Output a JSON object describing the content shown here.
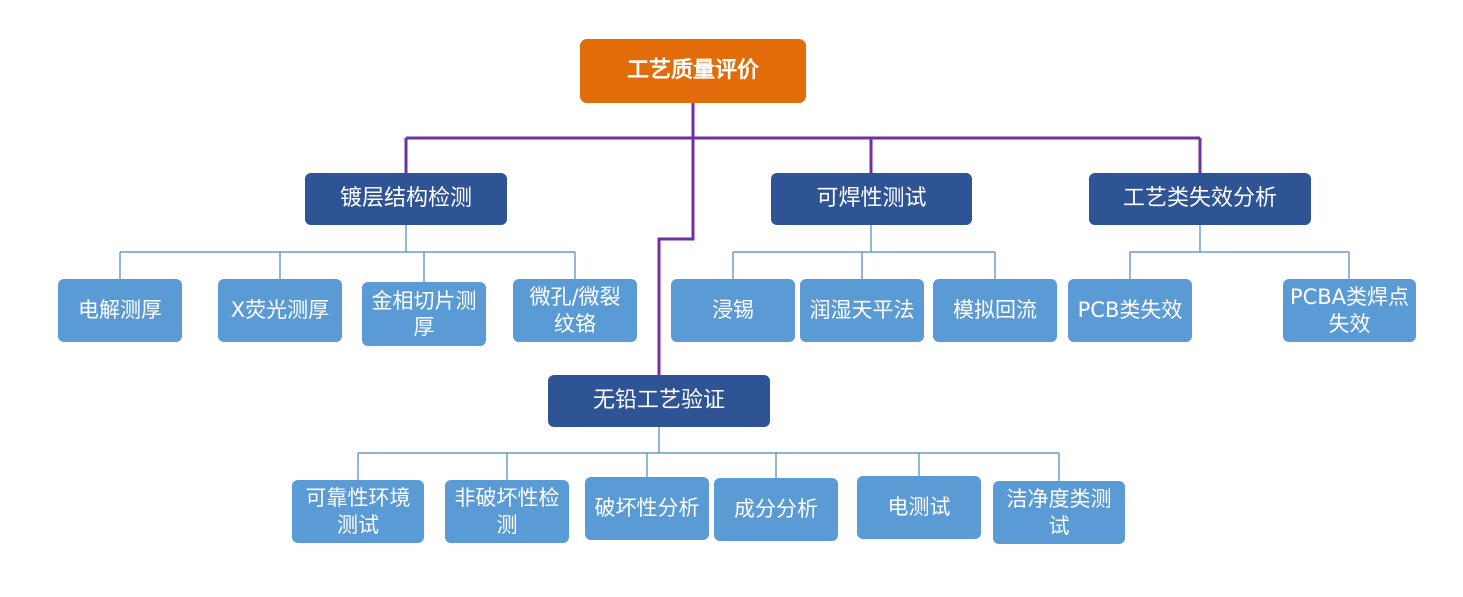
{
  "root": {
    "label": "工艺质量评价"
  },
  "categories": [
    {
      "label": "镀层结构检测",
      "children": [
        "电解测厚",
        "X荧光测厚",
        "金相切片测厚",
        "微孔/微裂纹铬"
      ]
    },
    {
      "label": "可焊性测试",
      "children": [
        "浸锡",
        "润湿天平法",
        "模拟回流"
      ]
    },
    {
      "label": "工艺类失效分析",
      "children": [
        "PCB类失效",
        "PCBA类焊点失效"
      ]
    },
    {
      "label": "无铅工艺验证",
      "children": [
        "可靠性环境测试",
        "非破坏性检测",
        "破坏性分析",
        "成分分析",
        "电测试",
        "洁净度类测试"
      ]
    }
  ],
  "colors": {
    "root": "#e36c0a",
    "category": "#2f5496",
    "leaf": "#5b9bd5",
    "root_connector": "#7030a0",
    "leaf_connector": "#4a86c5"
  }
}
